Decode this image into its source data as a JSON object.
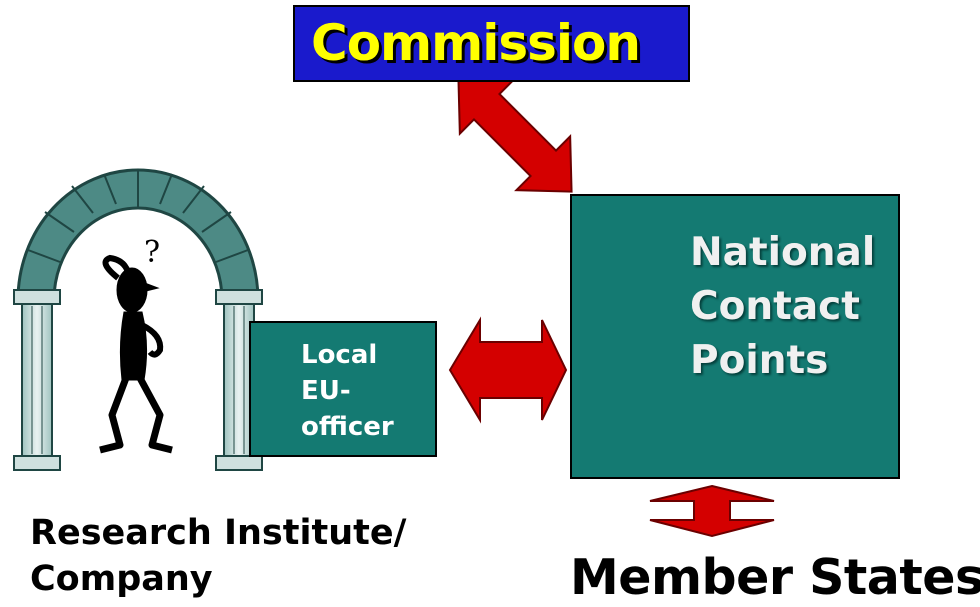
{
  "diagram": {
    "commission": {
      "label": "Commission"
    },
    "national_contact_points": {
      "label": "National\nContact\nPoints"
    },
    "local_officer": {
      "label": "Local\nEU-\nofficer"
    },
    "research_institute": {
      "label": "Research Institute/\nCompany"
    },
    "member_states": {
      "label": "Member States"
    }
  },
  "colors": {
    "commission_fill": "#1a1acc",
    "commission_text": "#ffff00",
    "box_fill": "#147a72",
    "arrow_fill": "#cc0000",
    "arch_fill": "#4d8a85"
  },
  "icons": [
    "arch-icon",
    "confused-person-icon",
    "idea-person-icon",
    "juggling-person-icon",
    "cheering-people-icon",
    "double-arrow-icon"
  ]
}
